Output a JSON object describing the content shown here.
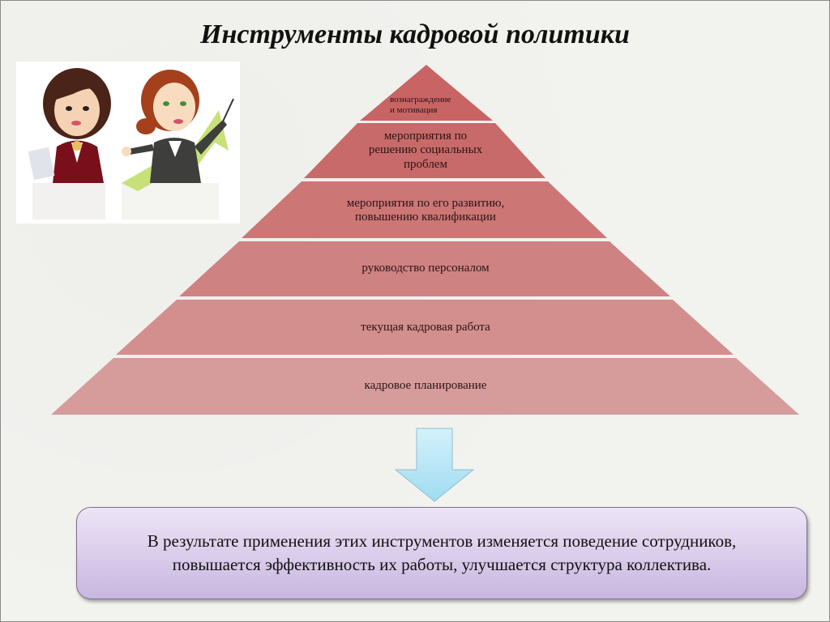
{
  "slide": {
    "title": "Инструменты кадровой политики"
  },
  "pyramid": {
    "tiers": [
      {
        "label": "вознаграждение\nи мотивация",
        "color": "#c96464"
      },
      {
        "label": "мероприятия по\nрешению социальных\nпроблем",
        "color": "#c86a6a"
      },
      {
        "label": "мероприятия по его развитию,\nповышению квалификации",
        "color": "#cc7676"
      },
      {
        "label": "руководство персоналом",
        "color": "#cf8282"
      },
      {
        "label": "текущая кадровая работа",
        "color": "#d38e8e"
      },
      {
        "label": "кадровое планирование",
        "color": "#d69c9c"
      }
    ]
  },
  "arrow": {
    "icon": "down-arrow-icon",
    "color": "#aee2f4"
  },
  "result": {
    "text": "В результате применения этих инструментов изменяется поведение сотрудников,\nповышается эффективность их работы, улучшается структура коллектива."
  },
  "illustration": {
    "icon": "two-businesswomen-cartoon"
  }
}
